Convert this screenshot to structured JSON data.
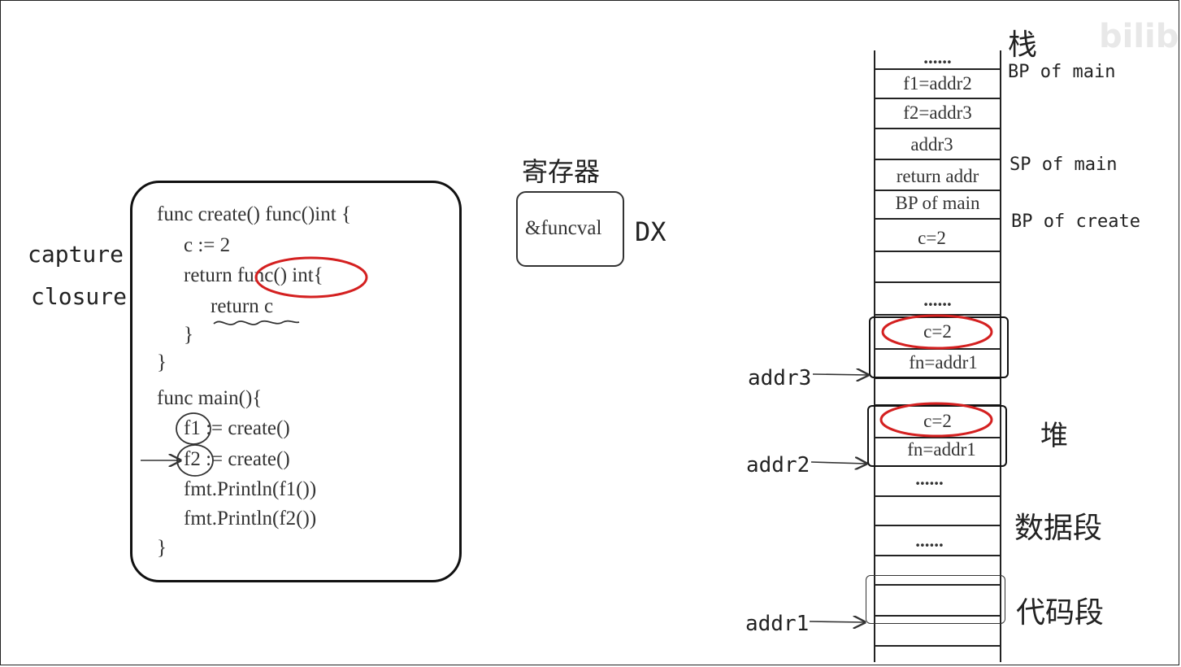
{
  "labels": {
    "capture": "capture",
    "closure": "closure",
    "register_title": "寄存器",
    "register_value": "&funcval",
    "register_name": "DX",
    "stack_title": "栈",
    "heap_title": "堆",
    "data_segment": "数据段",
    "code_segment": "代码段",
    "bp_main": "BP of main",
    "sp_main": "SP of main",
    "bp_create": "BP of create",
    "addr1": "addr1",
    "addr2": "addr2",
    "addr3": "addr3"
  },
  "code": {
    "line1": "func create() func()int {",
    "line2": "c := 2",
    "line3_prefix": "return ",
    "line3_func": "func() int",
    "line3_suffix": "{",
    "line4": "return c",
    "line5": "}",
    "line6": "}",
    "line7": "func main(){",
    "line8_var": "f1",
    "line8_rest": ":= create()",
    "line9_var": "f2",
    "line9_rest": ":= create()",
    "line10": "fmt.Println(f1())",
    "line11": "fmt.Println(f2())",
    "line12": "}"
  },
  "stack_cells": {
    "dots_top": "......",
    "f1": "f1=addr2",
    "f2": "f2=addr3",
    "addr3": "addr3",
    "return_addr": "return addr",
    "bp_main": "BP of main",
    "c": "c=2",
    "dots_mid": "......",
    "heap3_c": "c=2",
    "heap3_fn": "fn=addr1",
    "heap2_c": "c=2",
    "heap2_fn": "fn=addr1",
    "dots_heap": "......",
    "dots_data": "......"
  },
  "watermark": "bilibili",
  "colors": {
    "highlight": "#d42020",
    "ink": "#222222"
  }
}
